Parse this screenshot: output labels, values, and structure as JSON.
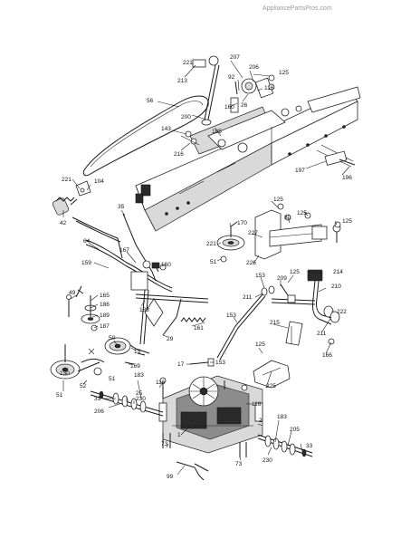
{
  "watermark": "AppliancePartsPros.com",
  "labels": [
    "221",
    "213",
    "207",
    "206",
    "125",
    "92",
    "116",
    "56",
    "26",
    "160",
    "200",
    "185",
    "143",
    "216",
    "197",
    "196",
    "221",
    "104",
    "125",
    "80",
    "125",
    "125",
    "35",
    "42",
    "170",
    "227",
    "221",
    "51",
    "226",
    "64",
    "167",
    "159",
    "160",
    "214",
    "153",
    "209",
    "125",
    "210",
    "211",
    "49",
    "165",
    "186",
    "188",
    "189",
    "153",
    "161",
    "187",
    "215",
    "222",
    "211",
    "166",
    "50",
    "15",
    "29",
    "125",
    "17",
    "153",
    "169",
    "52",
    "130",
    "51",
    "51",
    "183",
    "116",
    "225",
    "33",
    "25",
    "206",
    "230",
    "116",
    "2",
    "183",
    "205",
    "1",
    "73",
    "33",
    "99",
    "230",
    "73"
  ]
}
